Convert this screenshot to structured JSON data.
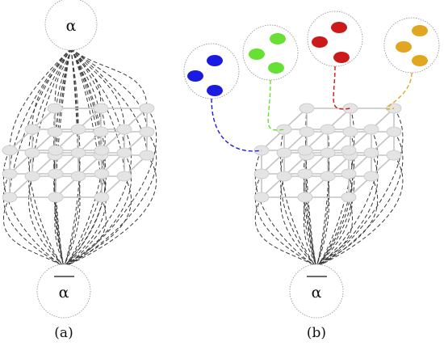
{
  "panels": [
    {
      "id": "a",
      "caption": "(a)",
      "source_label": "α",
      "sink_label": "α",
      "sink_overline": true,
      "labels": [
        {
          "color": "#888888",
          "legend": ""
        }
      ]
    },
    {
      "id": "b",
      "caption": "(b)",
      "source_label": "",
      "sink_label": "α",
      "sink_overline": true,
      "labels": [
        {
          "color": "#1a1ae0",
          "legend": ""
        },
        {
          "color": "#66e033",
          "legend": ""
        },
        {
          "color": "#cc1a1a",
          "legend": ""
        },
        {
          "color": "#e0a620",
          "legend": ""
        }
      ]
    }
  ],
  "grid": {
    "rows": 3,
    "columns": 3,
    "layers": 3
  }
}
